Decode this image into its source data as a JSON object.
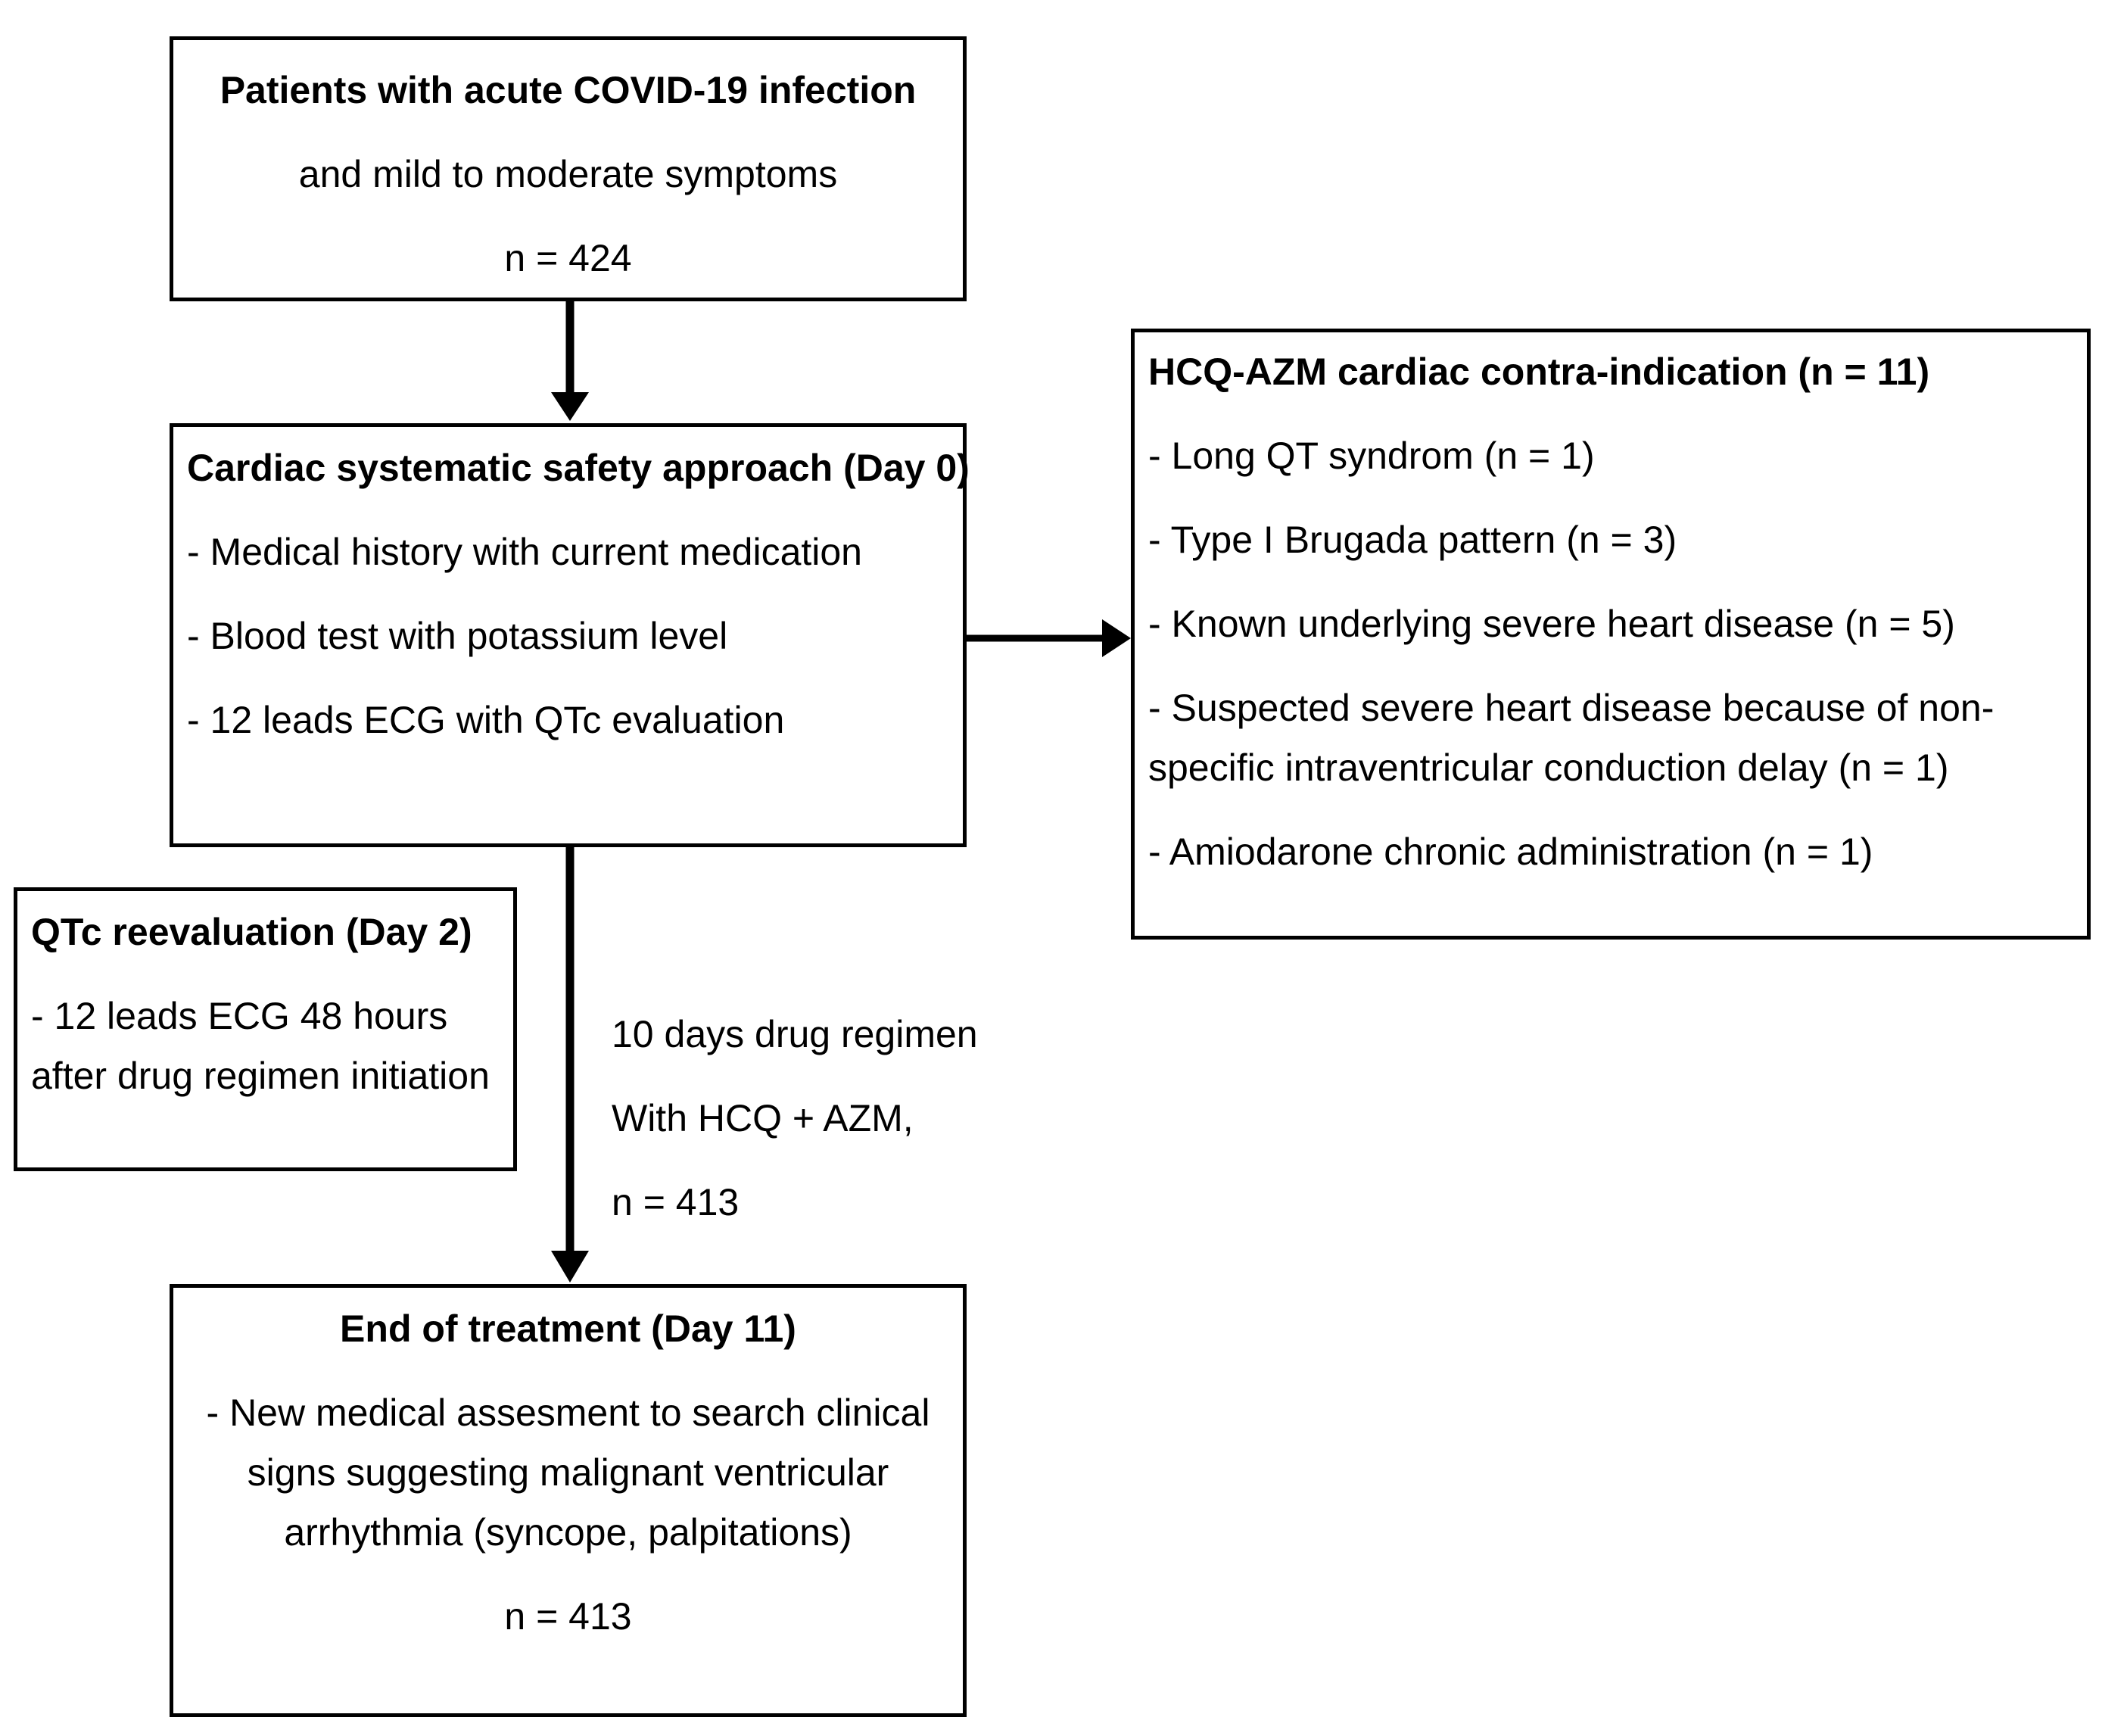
{
  "patients_box": {
    "title": "Patients with acute COVID-19 infection",
    "subtitle": "and mild to moderate symptoms",
    "count": "n = 424"
  },
  "safety_box": {
    "title": "Cardiac systematic safety approach (Day 0)",
    "items": [
      "- Medical history with current medication",
      "- Blood test with potassium level",
      "- 12 leads ECG with QTc evaluation"
    ]
  },
  "contraindication_box": {
    "title": "HCQ-AZM cardiac contra-indication (n = 11)",
    "items": [
      "- Long QT syndrom (n = 1)",
      "- Type I Brugada pattern (n = 3)",
      "- Known underlying severe heart disease (n = 5)",
      "- Suspected severe heart disease because of non-",
      "specific intraventricular conduction delay (n = 1)",
      "- Amiodarone chronic administration (n = 1)"
    ]
  },
  "reevaluation_box": {
    "title": "QTc reevaluation (Day 2)",
    "lines": [
      "- 12 leads ECG 48 hours",
      "after drug regimen initiation"
    ]
  },
  "regimen_label": {
    "lines": [
      "10 days drug regimen",
      "With HCQ + AZM,",
      "n = 413"
    ]
  },
  "end_box": {
    "title": "End of treatment (Day 11)",
    "lines": [
      "- New medical assesment to search clinical",
      "signs suggesting malignant ventricular",
      "arrhythmia (syncope, palpitations)"
    ],
    "count": "n = 413"
  }
}
